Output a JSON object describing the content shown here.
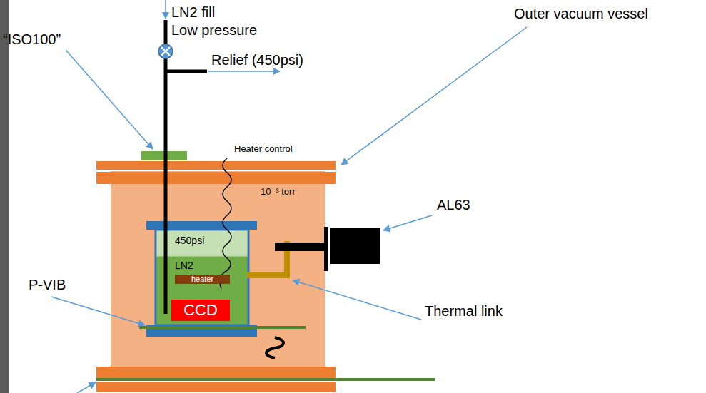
{
  "diagram": {
    "nodes": [
      {
        "text": [
          "10⁻³ torr"
        ]
      },
      {
        "text": [
          "450psi",
          "LN2"
        ],
        "in": 0
      },
      {
        "text": [
          "heater"
        ],
        "in": 1
      },
      {
        "text": [
          "CCD"
        ],
        "in": 1
      }
    ],
    "labels": [
      "LN2 fill",
      "Low pressure",
      "Relief (450psi)",
      "“ISO100”",
      "Heater control",
      "Outer vacuum vessel",
      "AL63",
      "P-VIB",
      "Thermal link"
    ]
  }
}
